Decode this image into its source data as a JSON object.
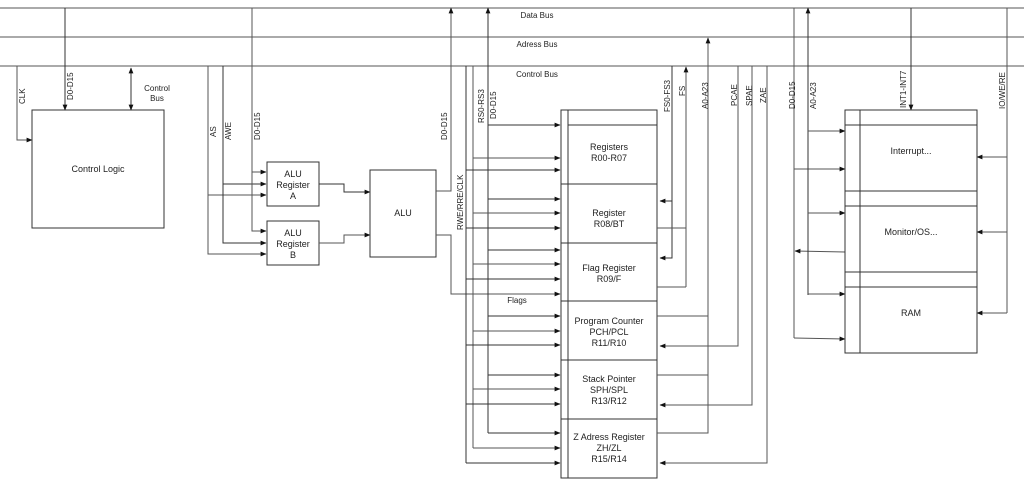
{
  "buses": {
    "data_bus": "Data Bus",
    "address_bus": "Adress Bus",
    "control_bus": "Control Bus"
  },
  "control_logic": {
    "title": "Control Logic",
    "signals": {
      "clk": "CLK",
      "data": "D0-D15",
      "control_bus_line1": "Control",
      "control_bus_line2": "Bus"
    }
  },
  "alu_section": {
    "signals": {
      "as": "AS",
      "awe": "AWE",
      "data": "D0-D15"
    },
    "register_a": {
      "line1": "ALU",
      "line2": "Register",
      "line3": "A"
    },
    "register_b": {
      "line1": "ALU",
      "line2": "Register",
      "line3": "B"
    },
    "alu": "ALU",
    "alu_out_data": "D0-D15"
  },
  "register_file": {
    "signals": {
      "rwe": "RWE/RRE/CLK",
      "rs": "RS0-RS3",
      "data": "D0-D15",
      "fs_bus": "FS0-FS3",
      "fs": "FS",
      "addr": "A0-A23",
      "pcae": "PCAE",
      "spae": "SPAE",
      "zae": "ZAE",
      "flags": "Flags"
    },
    "registers": [
      {
        "lines": [
          "Registers",
          "R00-R07"
        ]
      },
      {
        "lines": [
          "Register",
          "R08/BT"
        ]
      },
      {
        "lines": [
          "Flag Register",
          "R09/F"
        ]
      },
      {
        "lines": [
          "Program Counter",
          "PCH/PCL",
          "R11/R10"
        ]
      },
      {
        "lines": [
          "Stack Pointer",
          "SPH/SPL",
          "R13/R12"
        ]
      },
      {
        "lines": [
          "Z Adress Register",
          "ZH/ZL",
          "R15/R14"
        ]
      }
    ]
  },
  "memory": {
    "signals": {
      "data": "D0-D15",
      "addr": "A0-A23",
      "int": "INT1-INT7",
      "io": "IO/WE/RE"
    },
    "blocks": [
      {
        "label": "Interrupt..."
      },
      {
        "label": "Monitor/OS..."
      },
      {
        "label": "RAM"
      }
    ]
  }
}
